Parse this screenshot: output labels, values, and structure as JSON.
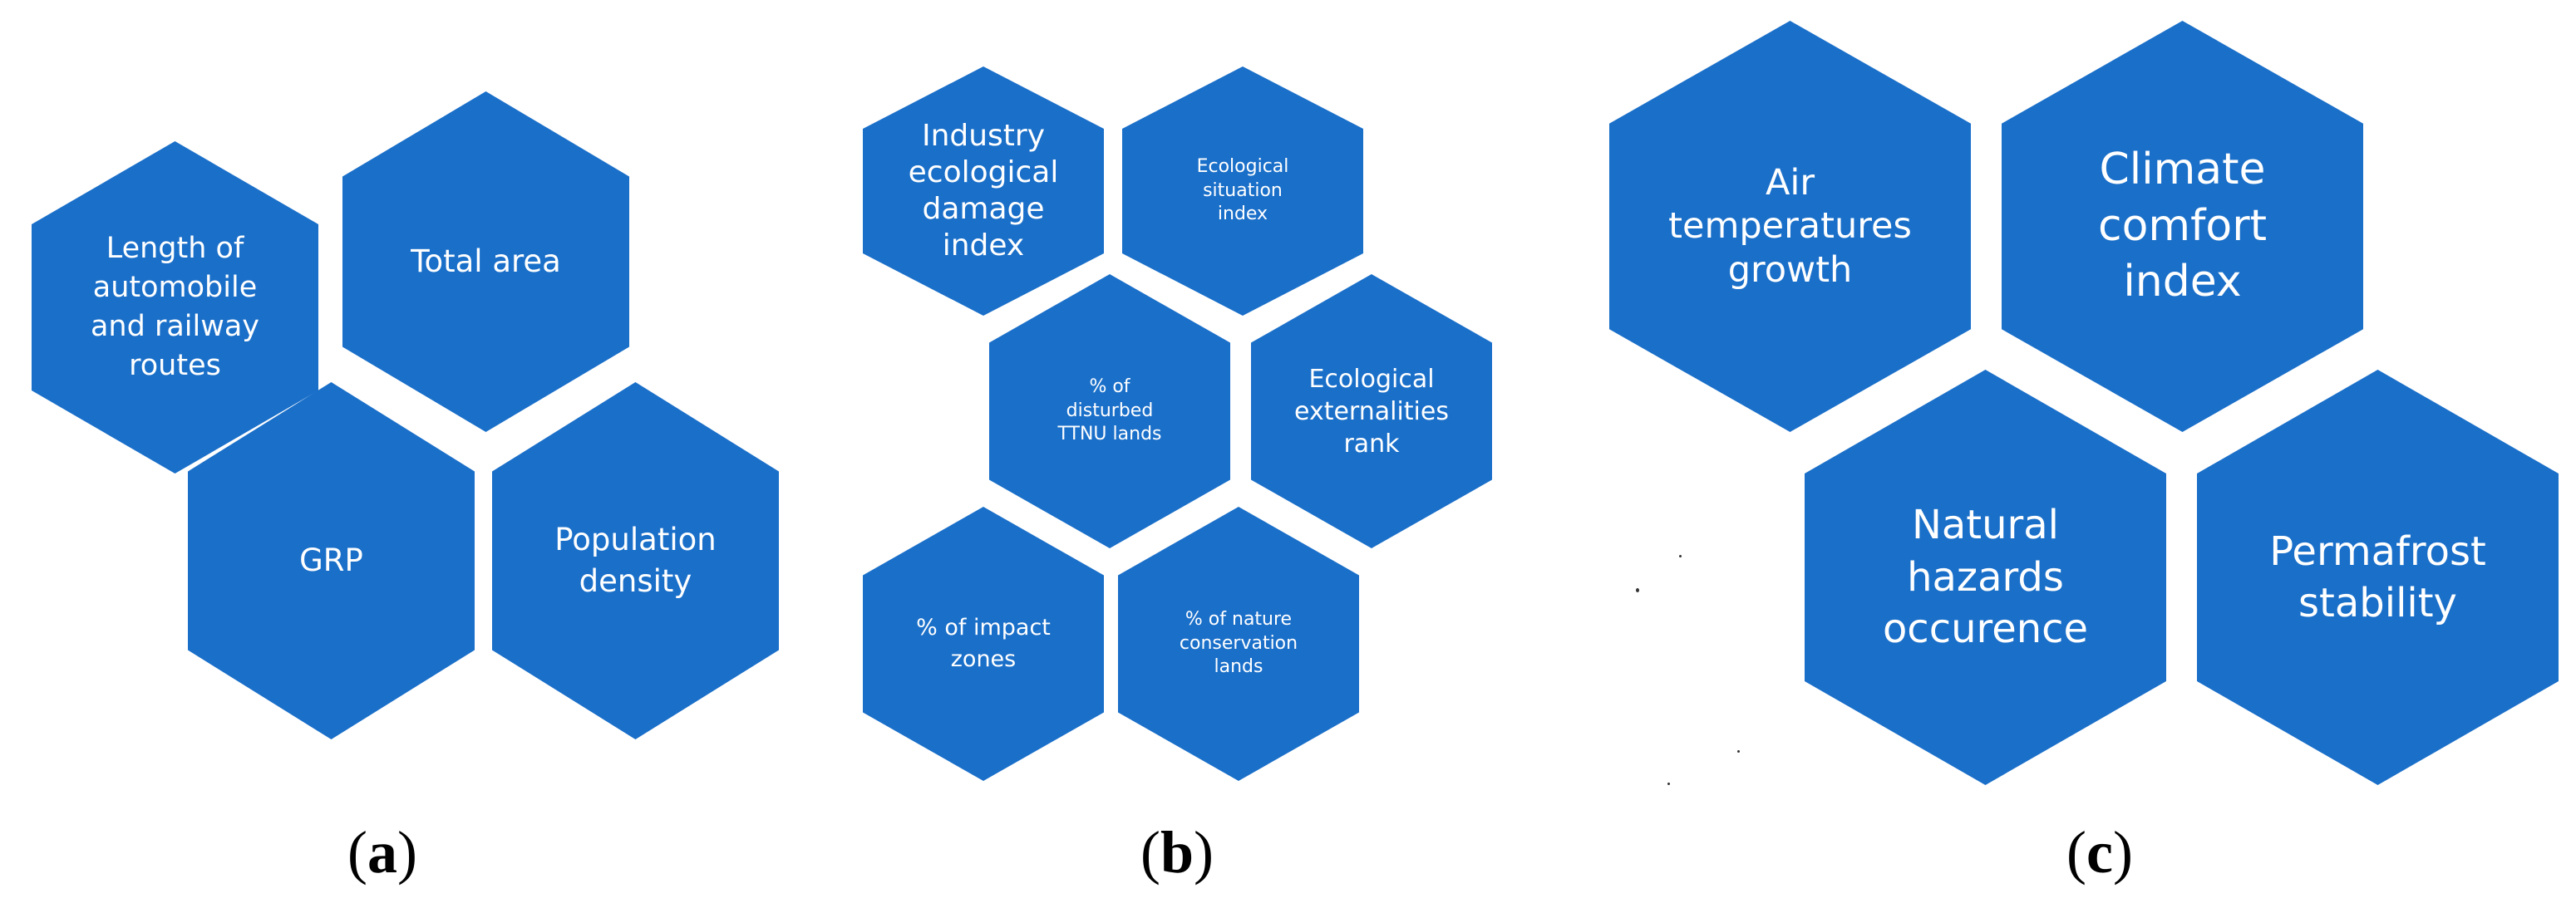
{
  "accent_color": "#1a6fc9",
  "panels": {
    "a": {
      "label_open": "(",
      "label_letter": "a",
      "label_close": ")",
      "hexagons": [
        "Length of\nautomobile\nand railway\nroutes",
        "Total area",
        "GRP",
        "Population\ndensity"
      ]
    },
    "b": {
      "label_open": "(",
      "label_letter": "b",
      "label_close": ")",
      "hexagons": [
        "Industry\necological\ndamage\nindex",
        "Ecological\nsituation\nindex",
        "% of\ndisturbed\nTTNU lands",
        "Ecological\nexternalities\nrank",
        "% of impact\nzones",
        "% of nature\nconservation\nlands"
      ]
    },
    "c": {
      "label_open": "(",
      "label_letter": "c",
      "label_close": ")",
      "hexagons": [
        "Air\ntemperatures\ngrowth",
        "Climate\ncomfort\nindex",
        "Natural\nhazards\noccurence",
        "Permafrost\nstability"
      ]
    }
  }
}
